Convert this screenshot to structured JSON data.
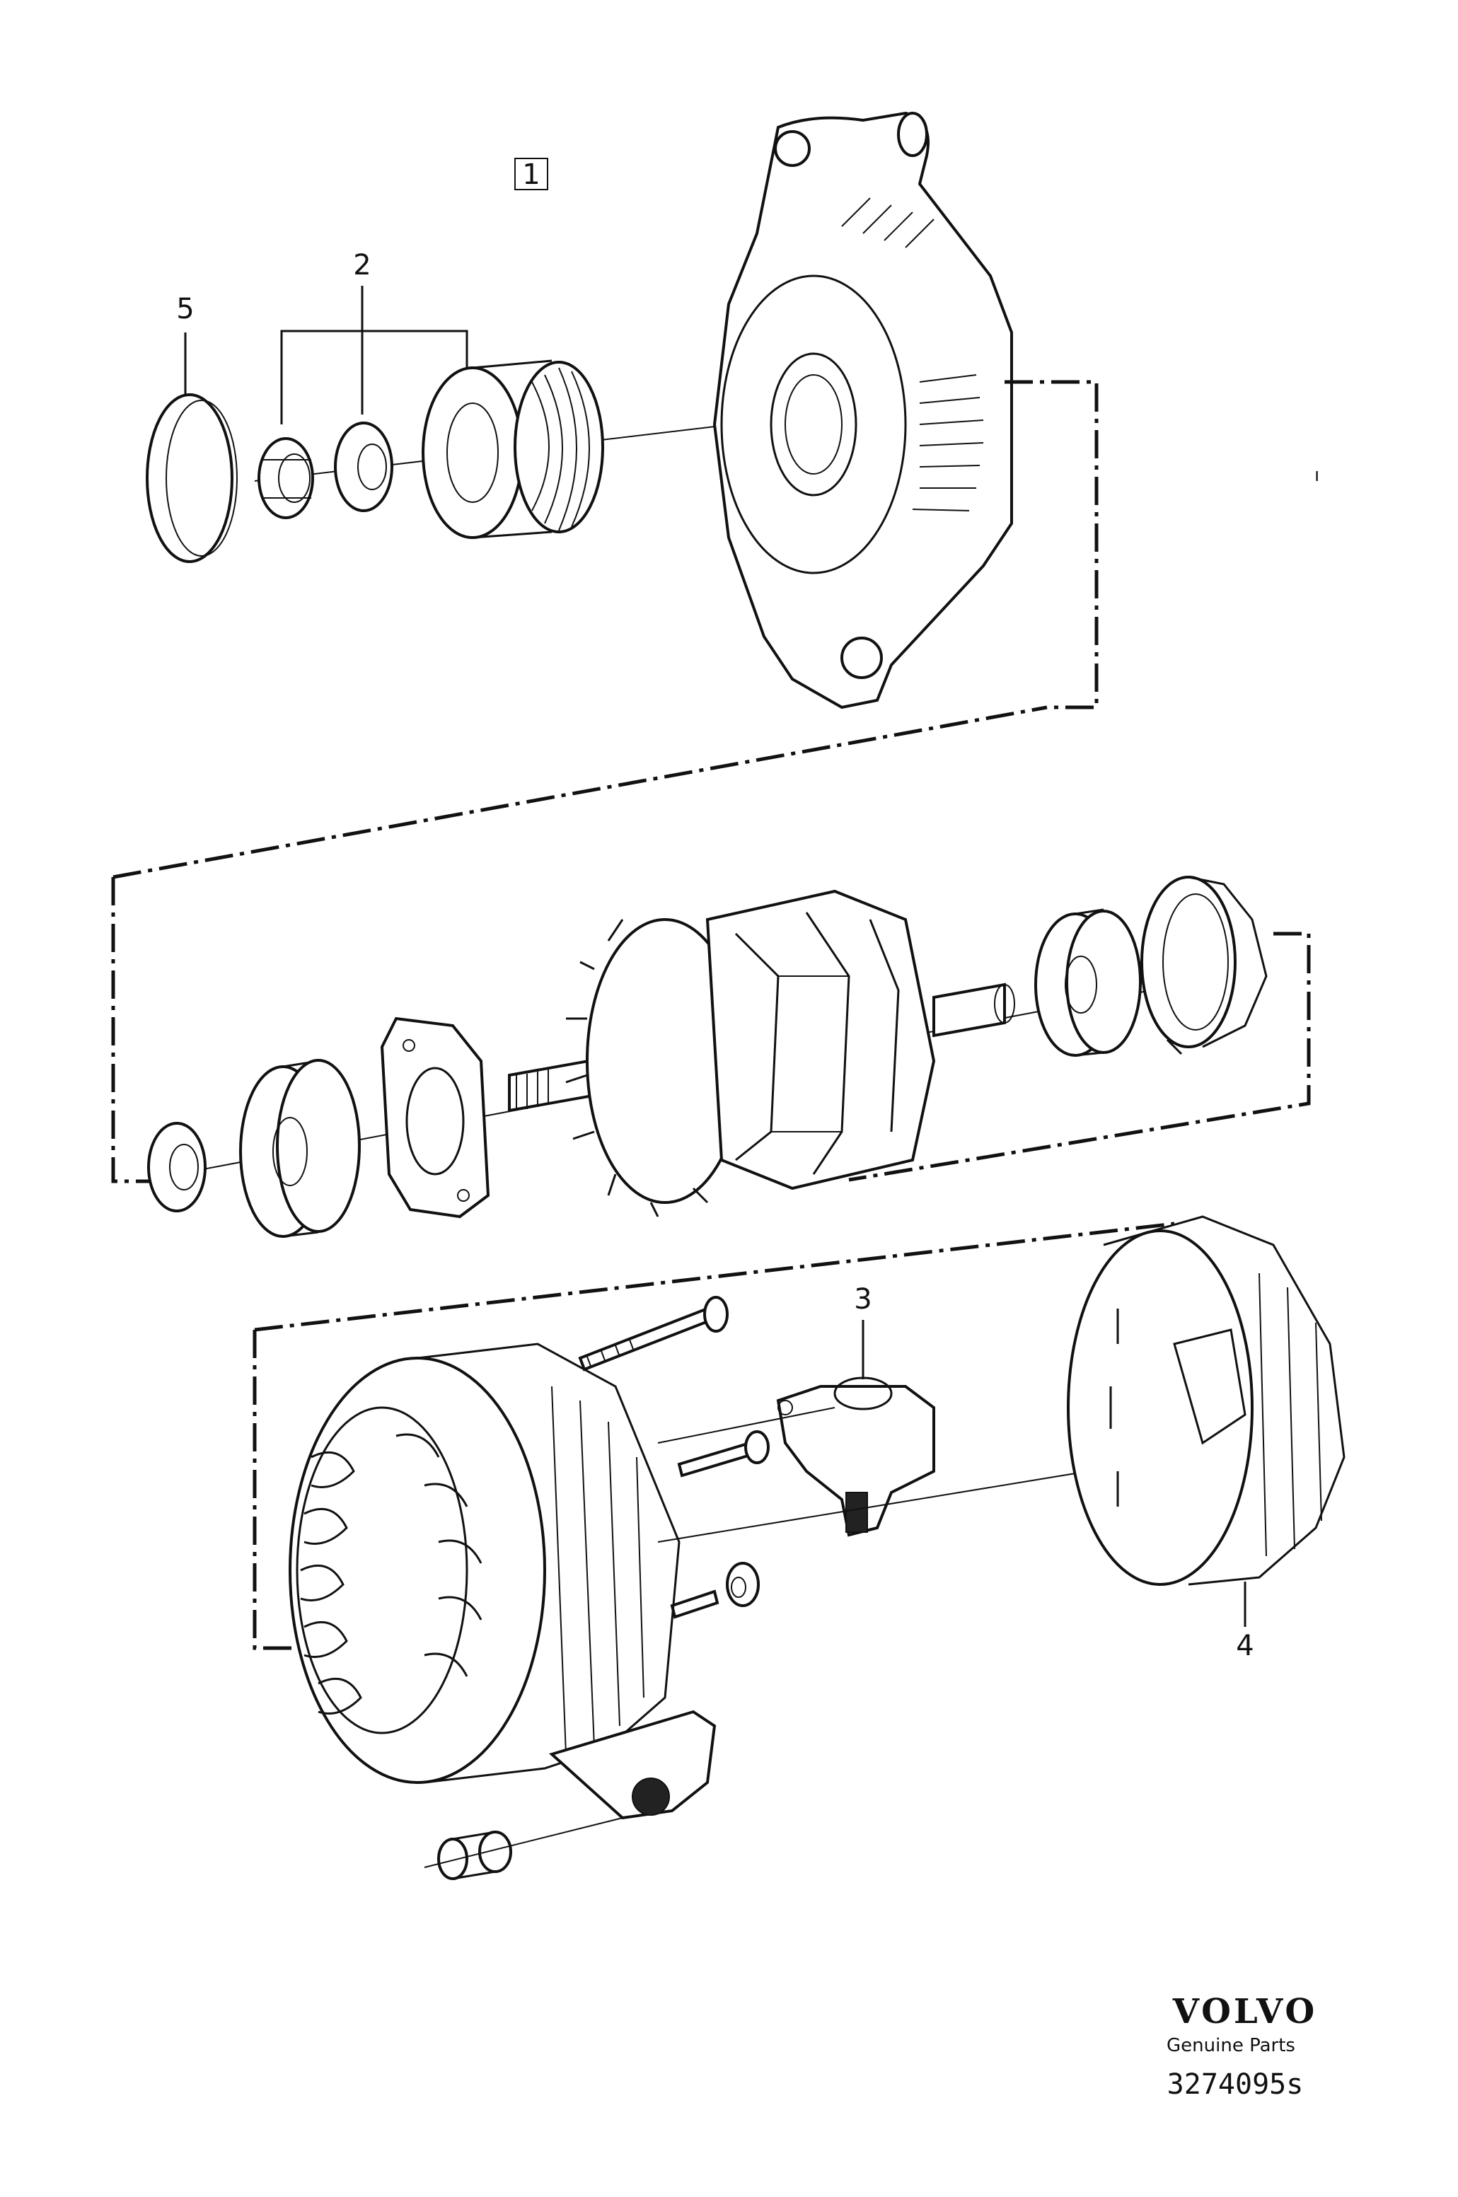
{
  "diagram": {
    "group_label": "1",
    "callouts": {
      "c2": "2",
      "c3": "3",
      "c4": "4",
      "c5": "5"
    }
  },
  "footer": {
    "brand": "VOLVO",
    "tagline": "Genuine Parts",
    "code": "3274095s"
  }
}
